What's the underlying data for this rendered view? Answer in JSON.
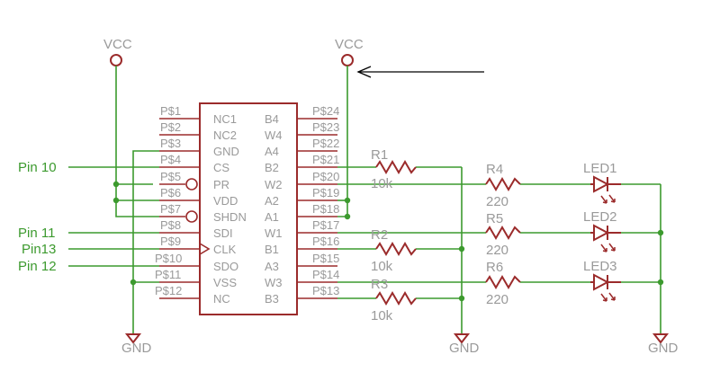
{
  "supplies": {
    "vcc_left": "VCC",
    "vcc_right": "VCC"
  },
  "grounds": {
    "gnd_left": "GND",
    "gnd_mid": "GND",
    "gnd_right": "GND"
  },
  "net_labels": [
    "Pin 10",
    "Pin 11",
    "Pin13",
    "Pin 12"
  ],
  "chip": {
    "left_pins": [
      "P$1",
      "P$2",
      "P$3",
      "P$4",
      "P$5",
      "P$6",
      "P$7",
      "P$8",
      "P$9",
      "P$10",
      "P$11",
      "P$12"
    ],
    "left_names": [
      "NC1",
      "NC2",
      "GND",
      "CS",
      "PR",
      "VDD",
      "SHDN",
      "SDI",
      "CLK",
      "SDO",
      "VSS",
      "NC"
    ],
    "right_pins": [
      "P$24",
      "P$23",
      "P$22",
      "P$21",
      "P$20",
      "P$19",
      "P$18",
      "P$17",
      "P$16",
      "P$15",
      "P$14",
      "P$13"
    ],
    "right_names": [
      "B4",
      "W4",
      "A4",
      "B2",
      "W2",
      "A2",
      "A1",
      "W1",
      "B1",
      "A3",
      "W3",
      "B3"
    ]
  },
  "resistors": [
    {
      "name": "R1",
      "value": "10k"
    },
    {
      "name": "R2",
      "value": "10k"
    },
    {
      "name": "R3",
      "value": "10k"
    },
    {
      "name": "R4",
      "value": "220"
    },
    {
      "name": "R5",
      "value": "220"
    },
    {
      "name": "R6",
      "value": "220"
    }
  ],
  "leds": [
    "LED1",
    "LED2",
    "LED3"
  ],
  "colors": {
    "wire": "#3c9a2e",
    "part": "#9b2b2b",
    "text": "#9a9a9a",
    "arrow": "#000000"
  }
}
